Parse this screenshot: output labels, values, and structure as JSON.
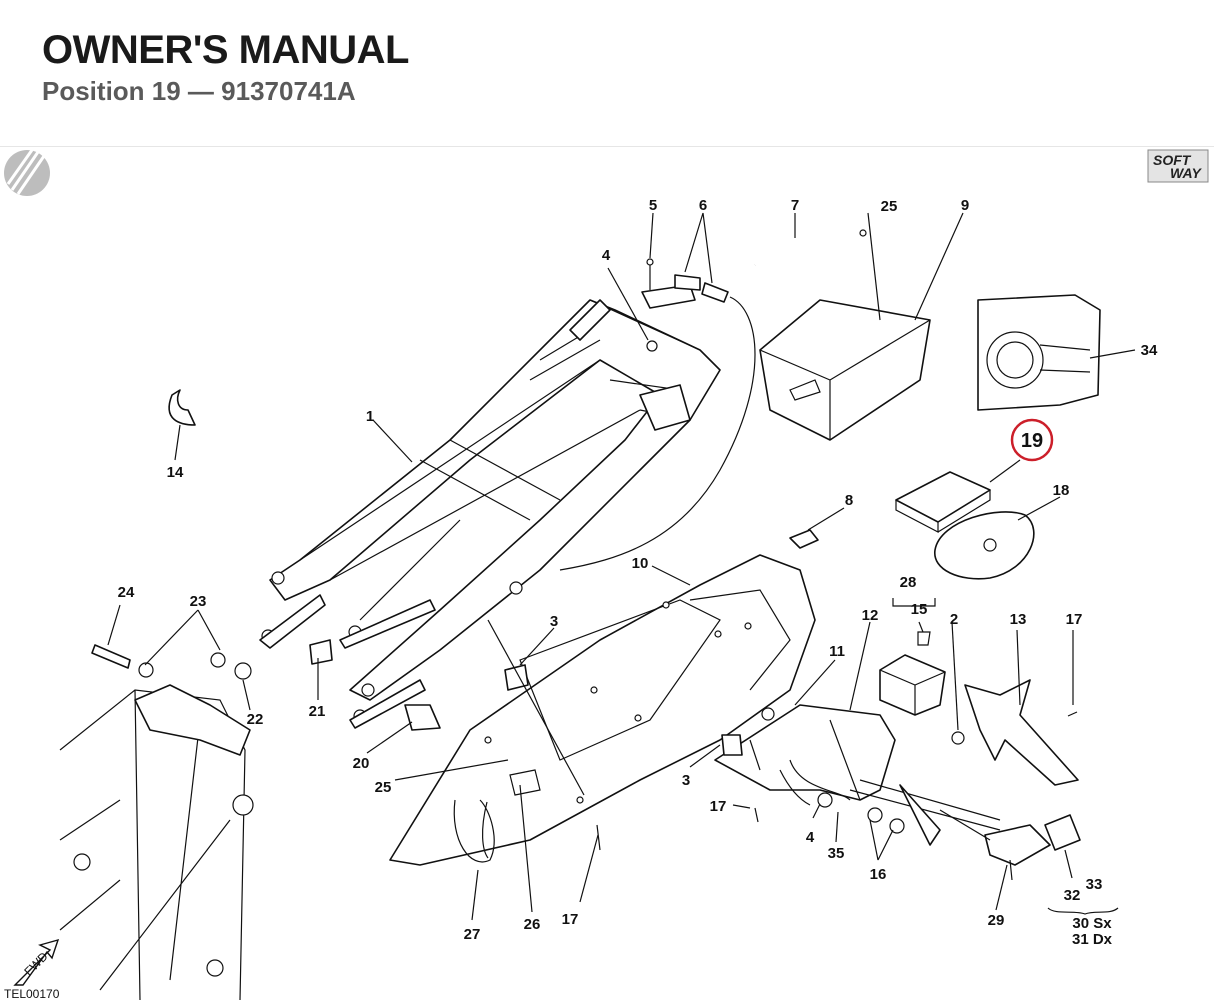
{
  "header": {
    "title": "OWNER'S MANUAL",
    "subtitle": "Position 19 — 91370741A"
  },
  "diagram": {
    "reference_code": "TEL00170",
    "logo": {
      "line1": "SOFT",
      "line2": "WAY"
    },
    "fwd_label": "FWD",
    "highlight": {
      "label": "19",
      "color": "#cc1f2a"
    },
    "callouts": {
      "c1": "1",
      "c2": "2",
      "c3a": "3",
      "c3b": "3",
      "c4a": "4",
      "c4b": "4",
      "c5": "5",
      "c6": "6",
      "c7": "7",
      "c8": "8",
      "c9": "9",
      "c10": "10",
      "c11": "11",
      "c12": "12",
      "c13": "13",
      "c14": "14",
      "c15": "15",
      "c16": "16",
      "c17a": "17",
      "c17b": "17",
      "c17c": "17",
      "c18": "18",
      "c20": "20",
      "c21": "21",
      "c22": "22",
      "c23": "23",
      "c24": "24",
      "c25a": "25",
      "c25b": "25",
      "c26": "26",
      "c27": "27",
      "c28": "28",
      "c29": "29",
      "c30": "30 Sx",
      "c31": "31 Dx",
      "c32": "32",
      "c33": "33",
      "c34": "34",
      "c35": "35"
    }
  }
}
